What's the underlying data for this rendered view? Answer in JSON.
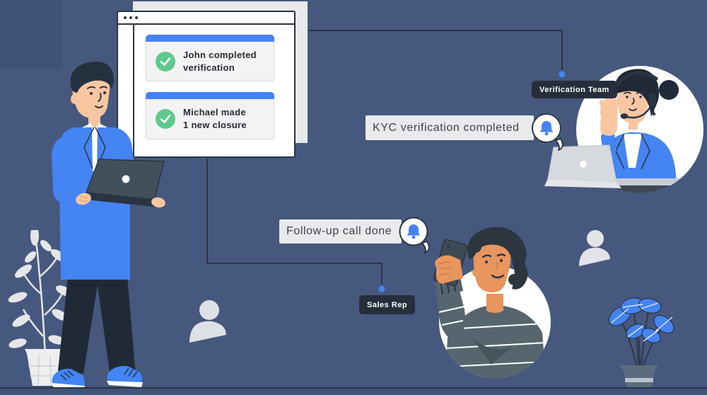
{
  "palette": {
    "background": "#46587e",
    "outline_dark": "#2b3442",
    "accent_blue": "#4583f4",
    "success_green": "#5fc98d",
    "window_back": "#e8e9eb",
    "card_body": "#f3f3f4",
    "callout_bg": "#e9eaec",
    "callout_text": "#3d434c",
    "tag_bg": "#262e3b",
    "tag_text": "#ffffff"
  },
  "browser_window": {
    "menu_icon": "ellipsis-dots",
    "notifications": [
      {
        "icon": "check-circle",
        "line1": "John completed",
        "line2": "verification"
      },
      {
        "icon": "check-circle",
        "line1": "Michael made",
        "line2": "1 new closure"
      }
    ]
  },
  "callouts": [
    {
      "id": "kyc",
      "icon": "bell",
      "text": "KYC verification completed"
    },
    {
      "id": "follow-up",
      "icon": "bell",
      "text": "Follow-up call done"
    }
  ],
  "tags": [
    {
      "id": "verification-team",
      "label": "Verification Team"
    },
    {
      "id": "sales-rep",
      "label": "Sales Rep"
    }
  ]
}
